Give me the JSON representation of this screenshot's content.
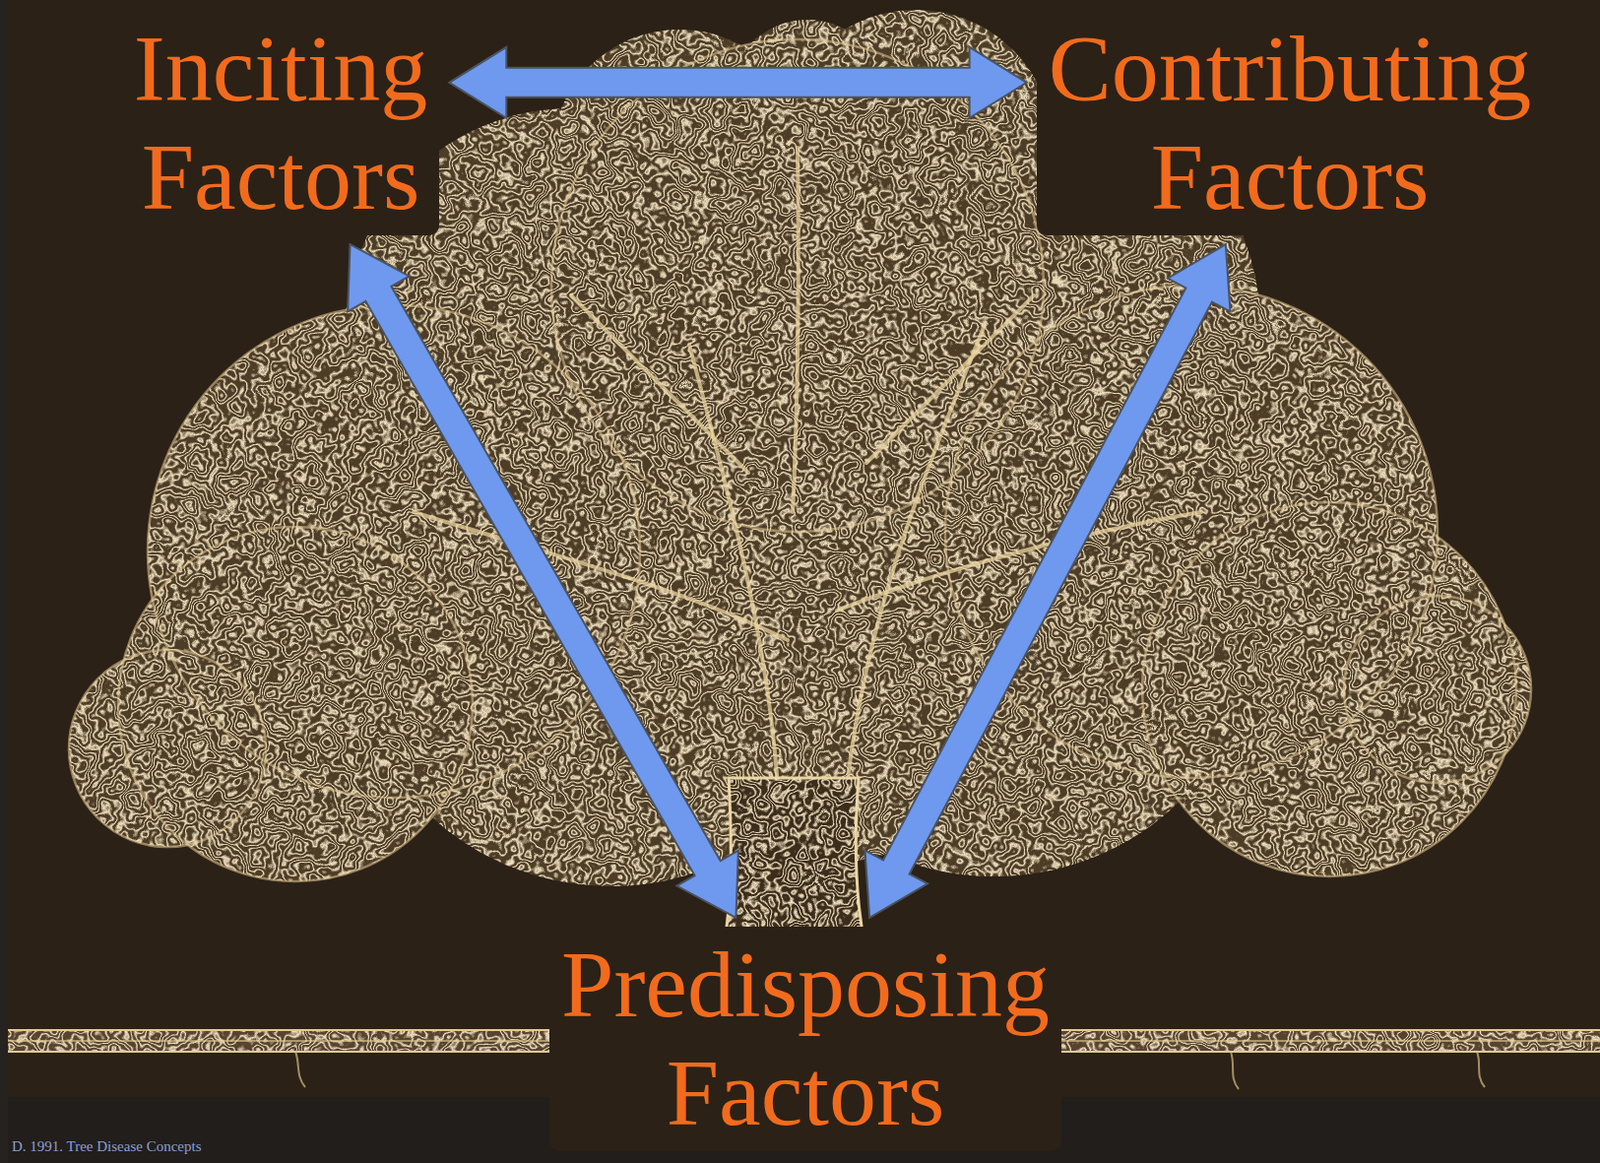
{
  "diagram": {
    "nodes": [
      {
        "text": [
          "Inciting Factors"
        ]
      },
      {
        "text": [
          "Contributing Factors"
        ]
      },
      {
        "text": [
          "Predisposing Factors"
        ]
      }
    ],
    "edges": [
      {
        "from": 0,
        "to": 1,
        "arrow": "both"
      },
      {
        "from": 0,
        "to": 2,
        "arrow": "both"
      },
      {
        "from": 1,
        "to": 2,
        "arrow": "both"
      }
    ],
    "labels": [
      "D. 1991. Tree Disease Concepts"
    ]
  }
}
